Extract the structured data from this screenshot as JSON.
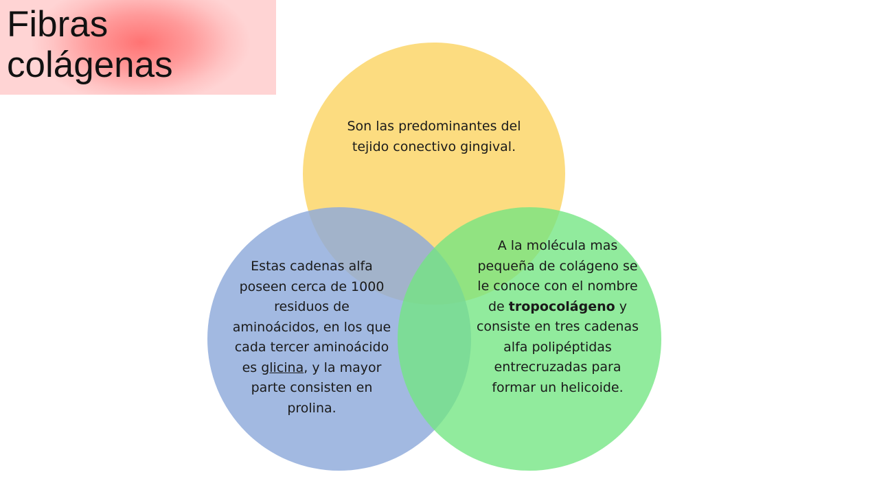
{
  "slide": {
    "title": "Fibras\ncolágenas"
  },
  "colors": {
    "title_bg": "#ff8c8c",
    "top_circle": "#fcd66a",
    "left_circle": "#8eaadb",
    "right_circle": "#72e582"
  },
  "venn": {
    "top": {
      "text": "Son las predominantes del tejido conectivo gingival."
    },
    "left": {
      "before": "Estas cadenas alfa poseen cerca de 1000 residuos de aminoácidos, en los que cada tercer aminoácido es ",
      "highlight": "glicina",
      "after": ", y la mayor parte consisten en prolina."
    },
    "right": {
      "before": "A la molécula mas pequeña de colágeno se le conoce con el nombre de ",
      "highlight": "tropocolágeno",
      "after": " y consiste en tres cadenas alfa polipéptidas entrecruzadas para formar un helicoide."
    }
  }
}
